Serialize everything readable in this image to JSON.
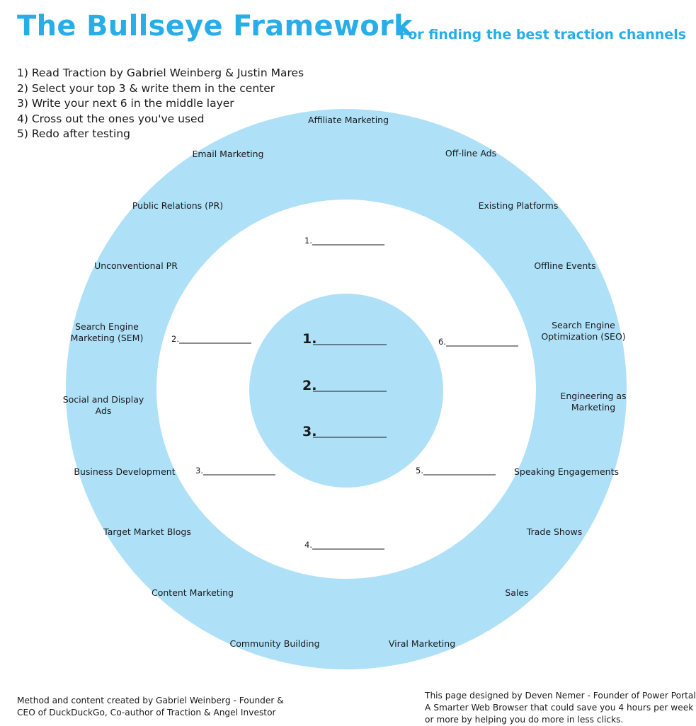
{
  "header": {
    "title": "The Bullseye Framework",
    "subtitle": "For finding the best traction channels"
  },
  "steps": [
    "1) Read Traction by Gabriel Weinberg & Justin Mares",
    "2) Select your top 3 & write them in the center",
    "3) Write your next 6 in the middle layer",
    "4) Cross out the ones you've used",
    "5) Redo after testing"
  ],
  "colors": {
    "ring": "#aee0f8",
    "title": "#27aee8"
  },
  "outer_channels": [
    [
      "Affiliate Marketing"
    ],
    [
      "Off-line Ads"
    ],
    [
      "Existing Platforms"
    ],
    [
      "Offline Events"
    ],
    [
      "Search Engine",
      "Optimization (SEO)"
    ],
    [
      "Engineering as",
      "Marketing"
    ],
    [
      "Speaking Engagements"
    ],
    [
      "Trade Shows"
    ],
    [
      "Sales"
    ],
    [
      "Viral Marketing"
    ],
    [
      "Community Building"
    ],
    [
      "Content Marketing"
    ],
    [
      "Target Market Blogs"
    ],
    [
      "Business Development"
    ],
    [
      "Social and Display",
      "Ads"
    ],
    [
      "Search Engine",
      "Marketing (SEM)"
    ],
    [
      "Unconventional PR"
    ],
    [
      "Public Relations  (PR)"
    ],
    [
      "Email Marketing"
    ]
  ],
  "middle_slots": [
    "1.",
    "2.",
    "3.",
    "4.",
    "5.",
    "6."
  ],
  "center_slots": [
    "1.",
    "2.",
    "3."
  ],
  "footer": {
    "left": [
      "Method and content created by Gabriel Weinberg - Founder &",
      "CEO of DuckDuckGo, Co-author of Traction & Angel Investor"
    ],
    "right": [
      "This page designed by Deven Nemer - Founder of Power Portal",
      "A Smarter Web Browser that could save you 4 hours per week",
      "or more by helping you do more in less clicks."
    ]
  }
}
